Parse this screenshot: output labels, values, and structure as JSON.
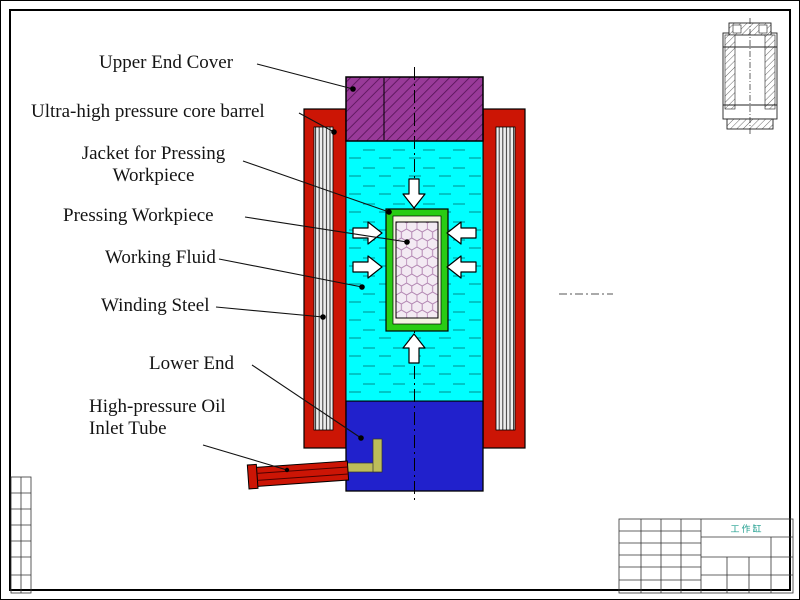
{
  "sheet": {
    "kind": "engineering-cross-section-drawing"
  },
  "labels": {
    "upper_end_cover": "Upper End Cover",
    "core_barrel": "Ultra-high pressure core barrel",
    "jacket_line1": "Jacket for Pressing",
    "jacket_line2": "Workpiece",
    "pressing_workpiece": "Pressing Workpiece",
    "working_fluid": "Working Fluid",
    "winding_steel": "Winding Steel",
    "lower_end": "Lower End",
    "oil_inlet_line1": "High-pressure Oil",
    "oil_inlet_line2": "Inlet Tube"
  },
  "titleblock": {
    "part_name": "工作缸"
  },
  "colors": {
    "working_fluid_cyan": "#00ffff",
    "fluid_dash": "#00a8a8",
    "upper_end_cover_purple": "#993a99",
    "lower_end_blue": "#2121cc",
    "core_barrel_red": "#cc1505",
    "jacket_green": "#29cc14",
    "workpiece_fill": "#f3eaf3",
    "leader_line": "#111111"
  }
}
